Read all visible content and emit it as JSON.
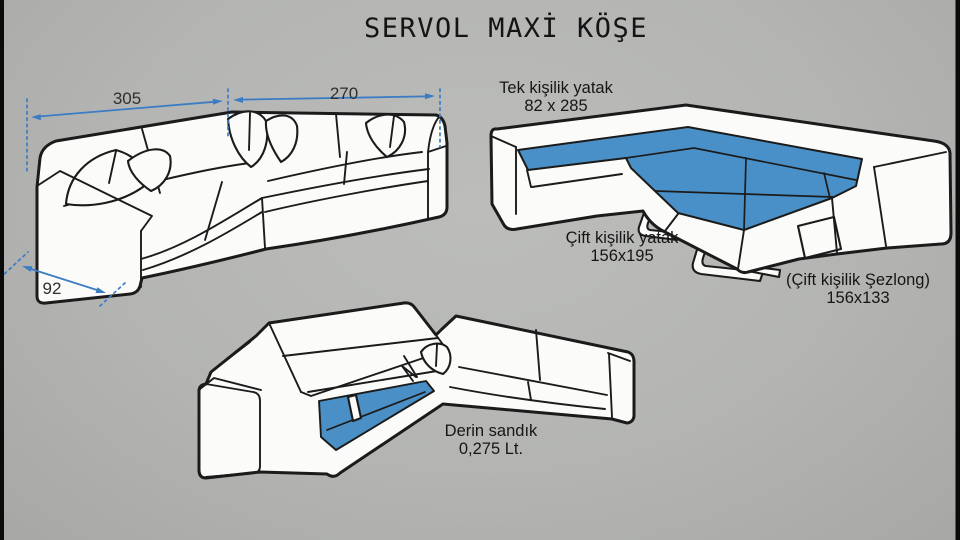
{
  "title": "SERVOL MAXİ KÖŞE",
  "colors": {
    "background": "#b4b5b3",
    "line": "#1b1b1b",
    "upholstery": "#fbfcfa",
    "mattress_blue": "#4a90c8",
    "storage_blue": "#4a8fc6",
    "dimension_blue": "#3b7cc4",
    "edge_bar": "#0b0b0b"
  },
  "sofa_view": {
    "width_left": "305",
    "width_right": "270",
    "depth": "92"
  },
  "bed_view": {
    "single_bed": {
      "line1": "Tek kişilik yatak",
      "line2": "82 x 285"
    },
    "double_bed": {
      "line1": "Çift kişilik yatak",
      "line2": "156x195"
    },
    "chaise": {
      "line1": "(Çift kişilik Şezlong)",
      "line2": "156x133"
    }
  },
  "storage_view": {
    "label": {
      "line1": "Derin sandık",
      "line2": "0,275 Lt."
    }
  }
}
